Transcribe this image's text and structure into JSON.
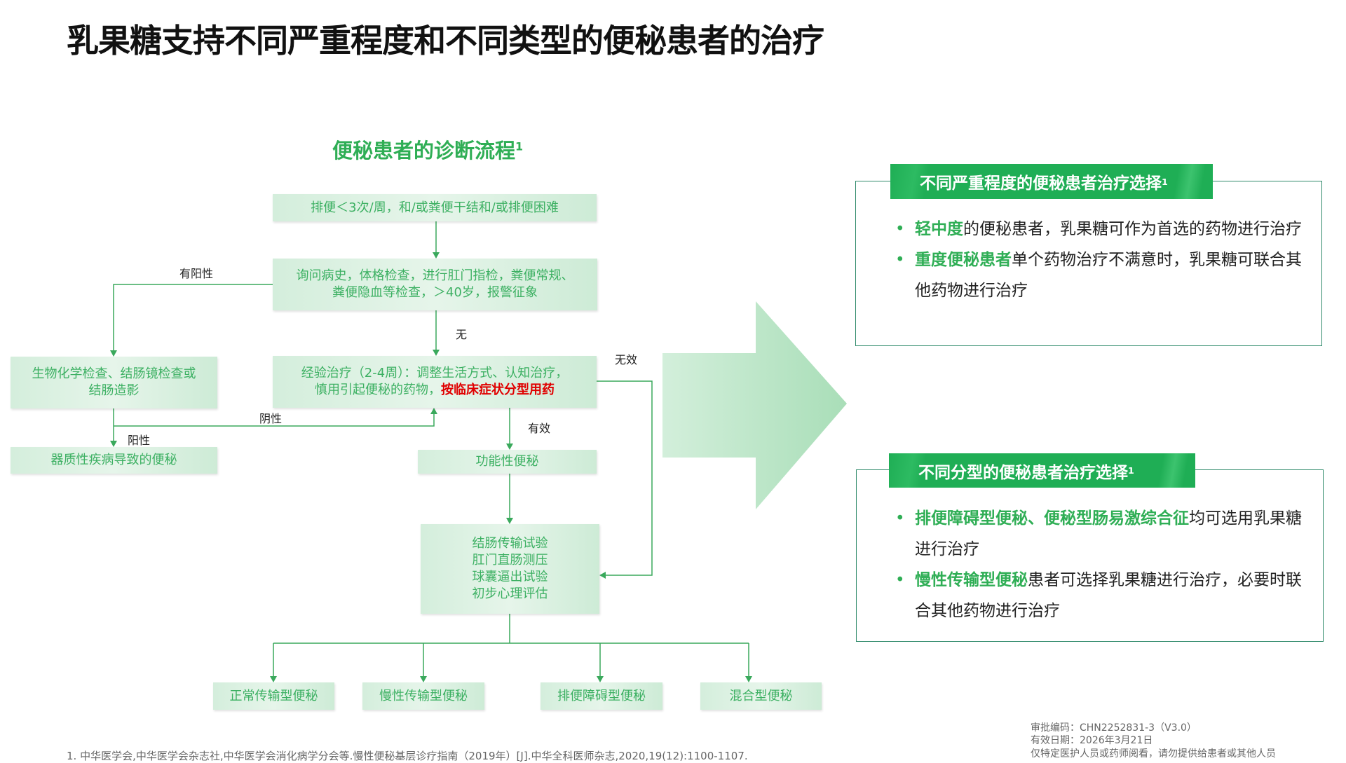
{
  "title": "乳果糖支持不同严重程度和不同类型的便秘患者的治疗",
  "flow": {
    "title": "便秘患者的诊断流程",
    "title_sup": "1",
    "box_symptoms": "排便＜3次/周，和/或粪便干结和/或排便困难",
    "box_history_1": "询问病史，体格检查，进行肛门指检，粪便常规、",
    "box_history_2": "粪便隐血等检查，＞40岁，报警征象",
    "box_biochem_1": "生物化学检查、结肠镜检查或",
    "box_biochem_2": "结肠造影",
    "box_empirical_1": "经验治疗（2-4周）：调整生活方式、认知治疗，",
    "box_empirical_2": "慎用引起便秘的药物，",
    "box_empirical_red": "按临床症状分型用药",
    "box_organic": "器质性疾病导致的便秘",
    "box_functional": "功能性便秘",
    "box_tests": [
      "结肠传输试验",
      "肛门直肠测压",
      "球囊逼出试验",
      "初步心理评估"
    ],
    "outcomes": [
      "正常传输型便秘",
      "慢性传输型便秘",
      "排便障碍型便秘",
      "混合型便秘"
    ],
    "labels": {
      "positive_sign": "有阳性",
      "none": "无",
      "negative": "阴性",
      "positive": "阳性",
      "effective": "有效",
      "ineffective": "无效"
    }
  },
  "panel_severity": {
    "header": "不同严重程度的便秘患者治疗选择",
    "sup": "1",
    "items": [
      {
        "highlight": "轻中度",
        "text": "的便秘患者，乳果糖可作为首选的药物进行治疗"
      },
      {
        "highlight": "重度便秘患者",
        "text": "单个药物治疗不满意时，乳果糖可联合其他药物进行治疗"
      }
    ]
  },
  "panel_type": {
    "header": "不同分型的便秘患者治疗选择",
    "sup": "1",
    "items": [
      {
        "highlight": "排便障碍型便秘、便秘型肠易激综合征",
        "text": "均可选用乳果糖进行治疗"
      },
      {
        "highlight": "慢性传输型便秘",
        "text": "患者可选择乳果糖进行治疗，必要时联合其他药物进行治疗"
      }
    ]
  },
  "footer": {
    "reference": "1. 中华医学会,中华医学会杂志社,中华医学会消化病学分会等.慢性便秘基层诊疗指南（2019年）[J].中华全科医师杂志,2020,19(12):1100-1107.",
    "approval": "审批编码：CHN2252831-3（V3.0）",
    "valid": "有效日期：2026年3月21日",
    "notice": "仅特定医护人员或药师阅看，请勿提供给患者或其他人员"
  },
  "colors": {
    "green": "#1fae55",
    "flow_text": "#3cb062",
    "line": "#3aa95c",
    "red": "#e00000"
  }
}
